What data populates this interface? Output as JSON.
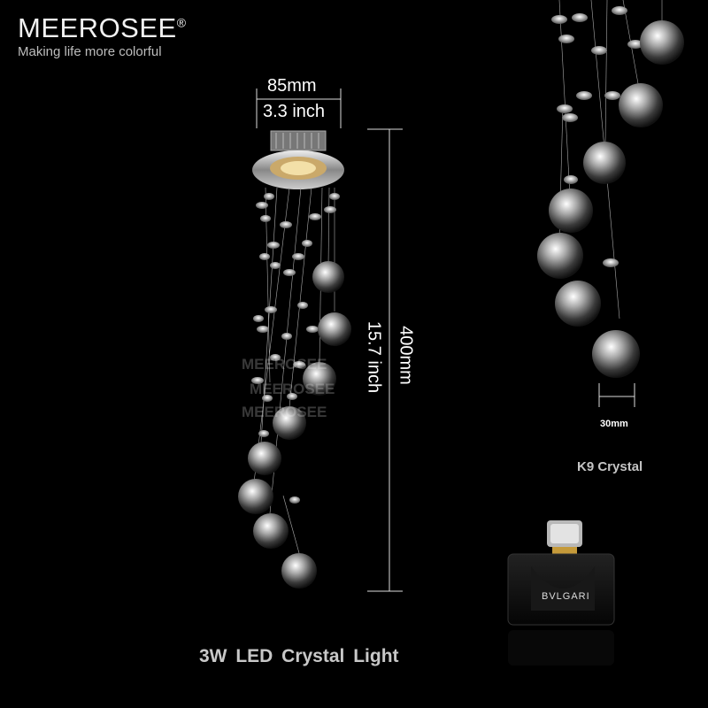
{
  "brand": {
    "name": "MEEROSEE",
    "registered": "®",
    "tagline": "Making life more colorful"
  },
  "dimensions": {
    "width_mm": "85mm",
    "width_inch": "3.3 inch",
    "height_mm": "400mm",
    "height_inch": "15.7 inch",
    "ball_size": "30mm"
  },
  "labels": {
    "crystal": "K9 Crystal",
    "product_caption": "3W  LED  Crystal Light"
  },
  "perfume": {
    "brand": "BVLGARI"
  },
  "watermarks": [
    "MEEROSEE",
    "MEEROSEE",
    "MEEROSEE"
  ],
  "colors": {
    "background": "#000000",
    "text": "#ffffff",
    "caption": "#c8c8c8"
  }
}
